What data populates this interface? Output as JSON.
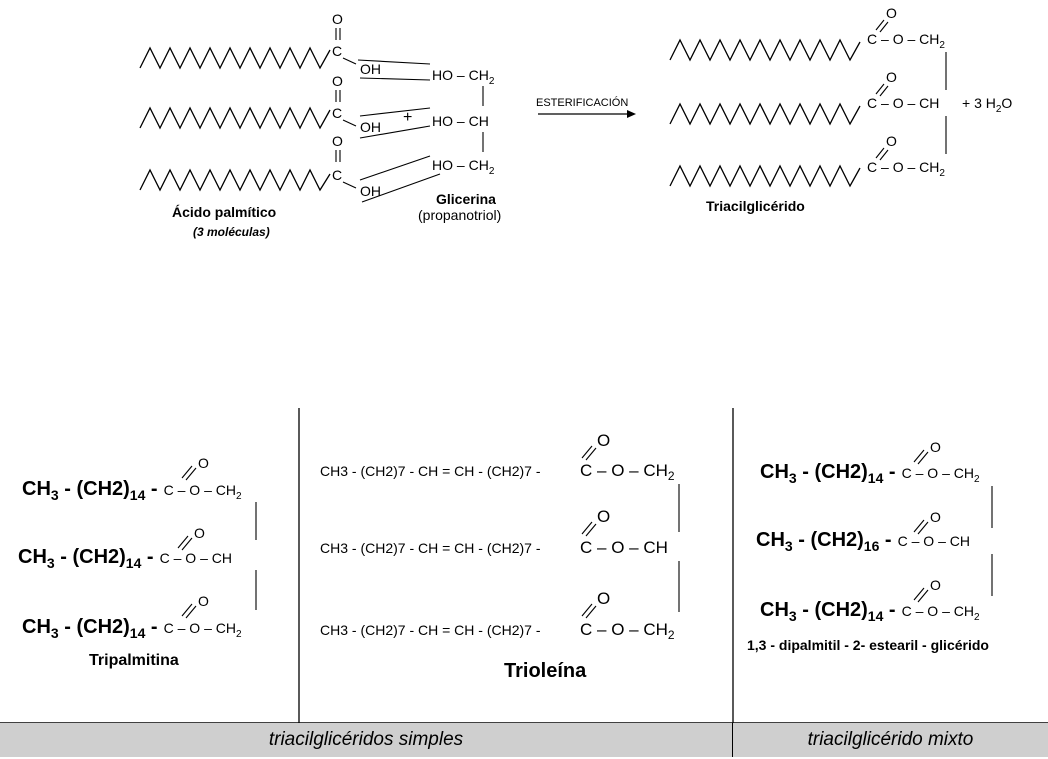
{
  "reaction": {
    "acid": {
      "carbonyl_o": "O",
      "c": "C",
      "oh": "OH",
      "name": "Ácido palmítico",
      "count_note": "(3 moléculas)"
    },
    "plus": "+",
    "glycerol": {
      "ho": "HO",
      "ch2": "CH",
      "ch": "CH",
      "sub2": "2",
      "name": "Glicerina",
      "alt_name": "(propanotriol)"
    },
    "arrow_label": "ESTERIFICACIÓN",
    "product": {
      "o": "O",
      "c": "C",
      "dash": "–",
      "ch2": "CH",
      "ch": "CH",
      "sub2": "2",
      "water": "+ 3 H",
      "water_sub": "2",
      "water_o": "O",
      "name": "Triacilglicérido"
    }
  },
  "examples": {
    "tripalmitina": {
      "ch3": "CH",
      "ch3_sub": "3",
      "chain": " - (CH2)",
      "n": "14",
      "dash": " -",
      "c": "C",
      "o": "O",
      "ester_o": "O",
      "gly_top": "CH",
      "gly_mid": "CH",
      "sub2": "2",
      "name": "Tripalmitina"
    },
    "trioleina": {
      "chain": "CH3 - (CH2)7 - CH = CH - (CH2)7 -",
      "c": "C",
      "o": "O",
      "ester_o": "O",
      "dash": "–",
      "gly_ch2": "CH",
      "gly_ch": "CH",
      "sub2": "2",
      "name": "Trioleína"
    },
    "mixto": {
      "ch3": "CH",
      "ch3_sub": "3",
      "chain": " - (CH2)",
      "n14": "14",
      "n16": "16",
      "dash": " -",
      "c": "C",
      "o": "O",
      "ester_o": "O",
      "gly_ch2": "CH",
      "gly_ch": "CH",
      "sub2": "2",
      "name": "1,3 - dipalmitil - 2- estearil - glicérido"
    }
  },
  "footer": {
    "simples": "triacilglicéridos simples",
    "mixto": "triacilglicérido mixto"
  }
}
